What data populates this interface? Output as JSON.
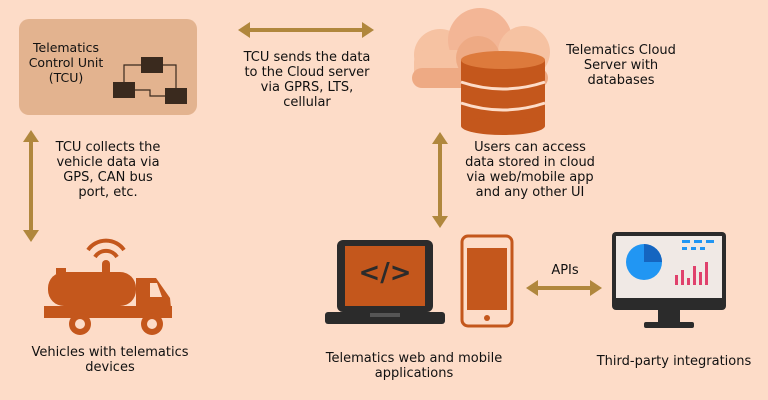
{
  "labels": {
    "tcu": [
      "Telematics",
      "Control Unit",
      "(TCU)"
    ],
    "tcu_sends": [
      "TCU sends the data",
      "to the Cloud server",
      "via GPRS, LTS,",
      "cellular"
    ],
    "cloud": [
      "Telematics Cloud",
      "Server with",
      "databases"
    ],
    "tcu_collects": [
      "TCU collects the",
      "vehicle data via",
      "GPS, CAN bus",
      "port, etc."
    ],
    "users_access": [
      "Users can access",
      "data stored in cloud",
      "via web/mobile app",
      "and any other UI"
    ],
    "apis": [
      "APIs"
    ],
    "vehicles": [
      "Vehicles with telematics",
      "devices"
    ],
    "apps": [
      "Telematics web and mobile",
      "applications"
    ],
    "third_party": [
      "Third-party integrations"
    ]
  },
  "code_glyph": "</>",
  "colors": {
    "background": "#fddcc8",
    "tcu_box": "#e3b38f",
    "accent_orange": "#c4571c",
    "arrow_gold": "#b0873d",
    "cloud_light": "#f6c2a2",
    "cloud_mid": "#eeaa84",
    "chart_blue": "#2196f3",
    "bar_pink": "#e0416c"
  }
}
